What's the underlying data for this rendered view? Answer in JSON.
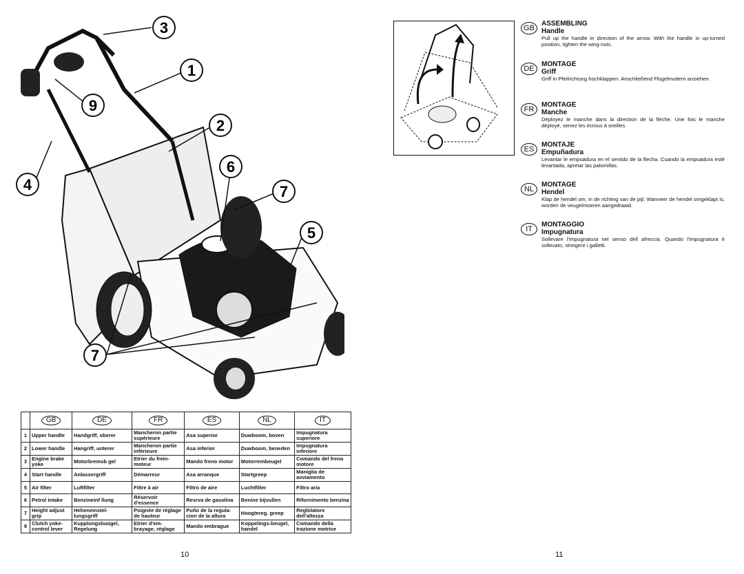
{
  "left_page": {
    "page_number": "10",
    "callouts": [
      "3",
      "1",
      "9",
      "2",
      "4",
      "6",
      "7",
      "5",
      "7"
    ],
    "table": {
      "headers": [
        "GB",
        "DE",
        "FR",
        "ES",
        "NL",
        "IT"
      ],
      "rows": [
        {
          "num": "1",
          "cells": [
            "Upper handle",
            "Handgriff, oberer",
            "Mancheron partie supérieure",
            "Asa superior",
            "Duwboom, boven",
            "Impugnatura superiore"
          ]
        },
        {
          "num": "2",
          "cells": [
            "Lower handle",
            "Hangriff, unterer",
            "Mancheron partie inférieure",
            "Asa inferior",
            "Duwboom, beneden",
            "Impugnatura inferiore"
          ]
        },
        {
          "num": "3",
          "cells": [
            "Engine brake yoke",
            "Motorbremsb gel",
            "Etrier du frein-moteur",
            "Mando freno motor",
            "Motorrembeugel",
            "Comando del freno motore"
          ]
        },
        {
          "num": "4",
          "cells": [
            "Start handle",
            "Anlassergriff",
            "Démarreur",
            "Asa arranque",
            "Startgreep",
            "Maniglia de avviamento"
          ]
        },
        {
          "num": "5",
          "cells": [
            "Air filter",
            "Luftfilter",
            "Filtre à air",
            "Filtro de aire",
            "Luchtfilter",
            "Filtro aria"
          ]
        },
        {
          "num": "6",
          "cells": [
            "Petrol intake",
            "Benzineinf llung",
            "Réservoir d'essence",
            "Resrva de gasolina",
            "Benine bijvullen",
            "Rifornimento benzina"
          ]
        },
        {
          "num": "7",
          "cells": [
            "Height adjust grip",
            "Heheneinstel-lungsgriff",
            "Poignée de réglage de hauteur",
            "Puño de la regula-cion de la altura",
            "Hoogtereg. greep",
            "Reglolatore dell'altezza"
          ]
        },
        {
          "num": "9",
          "cells": [
            "Clutch yoke-control lever",
            "Kupplungsbuügel, Regelung",
            "Etrier d'em-brayage, réglage",
            "Mando embrague",
            "Koppelings-beugel, handel",
            "Comando della trazione motrice"
          ]
        }
      ]
    }
  },
  "right_page": {
    "page_number": "11",
    "sections": [
      {
        "code": "GB",
        "heading": "ASSEMBLING",
        "sub": "Handle",
        "body": "Pull up the handle in direction of the arrow.  With the handle in up-turned position, tighten the wing-nuts."
      },
      {
        "code": "DE",
        "heading": "MONTAGE",
        "sub": "Griff",
        "body": "Griff in Pfeilrichtung hochklappen.  Anschließend Flügelmuttern anziehen."
      },
      {
        "code": "FR",
        "heading": "MONTAGE",
        "sub": "Manche",
        "body": "Déployez le manche dans la direction de la flèche.  Une fois le manche déployé, serrez les écrous à oreilles."
      },
      {
        "code": "ES",
        "heading": "MONTAJE",
        "sub": "Empuñadura",
        "body": "Levantar le empuädura en el sentido de la flecha.  Cuando la empuädura esté levantada, apretar las palomillas."
      },
      {
        "code": "NL",
        "heading": "MONTAGE",
        "sub": "Hendel",
        "body": "Klap de hendel om, in de richting van de pijl. Wanneer de hendel omgeklapt is, worden de veugelmoeren aangedraaid."
      },
      {
        "code": "IT",
        "heading": "MONTAGGIO",
        "sub": "Impugnatura",
        "body": "Sollevare l'impugnatura nel senso dell afreccia.  Quando l'impugnatura è sollevato, stringere i galletti."
      }
    ]
  }
}
